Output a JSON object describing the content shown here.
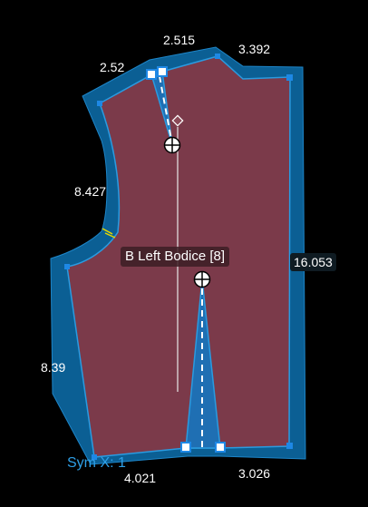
{
  "piece": {
    "label": "B Left Bodice [8]",
    "fill_color": "#7b3a4a",
    "seam_color": "#0b5f94",
    "accent_color": "#1e88e5"
  },
  "measurements": {
    "top_center": "2.515",
    "top_right": "3.392",
    "shoulder": "2.52",
    "armhole": "8.427",
    "side": "8.39",
    "center_edge": "16.053",
    "bottom_left": "4.021",
    "bottom_right": "3.026"
  },
  "status": {
    "symmetry": "Sym X: 1"
  }
}
